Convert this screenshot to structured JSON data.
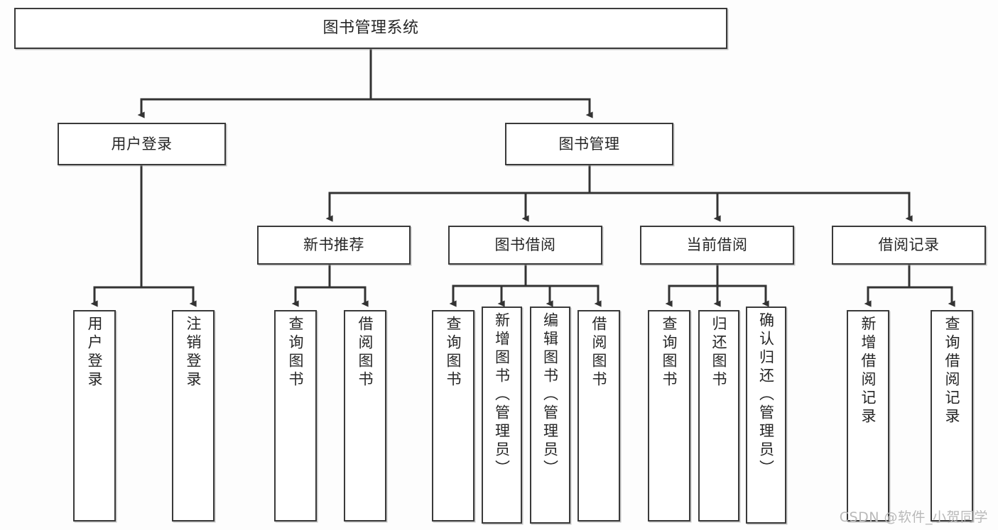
{
  "diagram": {
    "title": "图书管理系统",
    "type": "tree-hierarchy-chart",
    "root": {
      "id": "root",
      "label": "图书管理系统"
    },
    "level2": [
      {
        "id": "user-login",
        "label": "用户登录"
      },
      {
        "id": "book-manage",
        "label": "图书管理"
      }
    ],
    "level3": [
      {
        "id": "new-book-rec",
        "label": "新书推荐",
        "parent": "book-manage"
      },
      {
        "id": "book-borrow",
        "label": "图书借阅",
        "parent": "book-manage"
      },
      {
        "id": "current-borrow",
        "label": "当前借阅",
        "parent": "book-manage"
      },
      {
        "id": "borrow-record",
        "label": "借阅记录",
        "parent": "book-manage"
      }
    ],
    "leaves": [
      {
        "id": "leaf-user-login",
        "label": "用户登录",
        "parent": "user-login"
      },
      {
        "id": "leaf-logout",
        "label": "注销登录",
        "parent": "user-login"
      },
      {
        "id": "leaf-query-book-1",
        "label": "查询图书",
        "parent": "new-book-rec"
      },
      {
        "id": "leaf-borrow-book-1",
        "label": "借阅图书",
        "parent": "new-book-rec"
      },
      {
        "id": "leaf-query-book-2",
        "label": "查询图书",
        "parent": "book-borrow"
      },
      {
        "id": "leaf-add-book",
        "label": "新增图书（管理员）",
        "parent": "book-borrow"
      },
      {
        "id": "leaf-edit-book",
        "label": "编辑图书（管理员）",
        "parent": "book-borrow"
      },
      {
        "id": "leaf-borrow-book-2",
        "label": "借阅图书",
        "parent": "book-borrow"
      },
      {
        "id": "leaf-query-book-3",
        "label": "查询图书",
        "parent": "current-borrow"
      },
      {
        "id": "leaf-return-book",
        "label": "归还图书",
        "parent": "current-borrow"
      },
      {
        "id": "leaf-confirm-return",
        "label": "确认归还（管理员）",
        "parent": "current-borrow"
      },
      {
        "id": "leaf-add-record",
        "label": "新增借阅记录",
        "parent": "borrow-record"
      },
      {
        "id": "leaf-query-record",
        "label": "查询借阅记录",
        "parent": "borrow-record"
      }
    ],
    "colors": {
      "node_border": "#3a3a3a",
      "node_fill": "#ffffff",
      "connector": "#333333",
      "text": "#262626",
      "watermark": "#b9b9b9"
    }
  },
  "watermark": {
    "text": "CSDN @软件_小贺同学"
  }
}
